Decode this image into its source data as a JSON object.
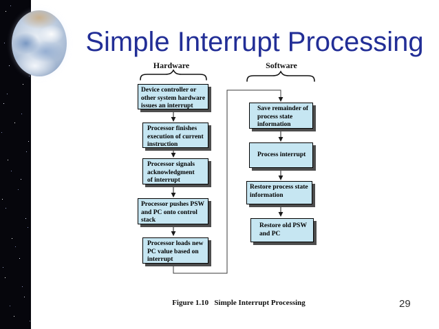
{
  "slide": {
    "title": "Simple Interrupt Processing",
    "caption": "Figure 1.10   Simple Interrupt Processing",
    "page_number": "29"
  },
  "diagram": {
    "columns": [
      {
        "label": "Hardware"
      },
      {
        "label": "Software"
      }
    ],
    "hardware_boxes": [
      {
        "label": "Device controller or\nother system hardware\nissues an interrupt"
      },
      {
        "label": "Processor finishes\nexecution of current\ninstruction"
      },
      {
        "label": "Processor signals\nacknowledgment\nof interrupt"
      },
      {
        "label": "Processor pushes PSW\nand PC onto control\nstack"
      },
      {
        "label": "Processor loads new\nPC value based on\ninterrupt"
      }
    ],
    "software_boxes": [
      {
        "label": "Save remainder of\nprocess state\ninformation"
      },
      {
        "label": "Process interrupt"
      },
      {
        "label": "Restore process state\ninformation"
      },
      {
        "label": "Restore old PSW\nand PC"
      }
    ],
    "icons": [
      {
        "name": "curly-brace-icon",
        "glyph": "over-brace"
      },
      {
        "name": "arrow-down-icon",
        "glyph": "▼"
      },
      {
        "name": "earth-globe-image",
        "glyph": "earth photo"
      }
    ]
  },
  "colors": {
    "title_text": "#222E96",
    "box_fill": "#C6E6F2",
    "box_border": "#000000",
    "box_shadow": "#4D4D4D",
    "connector_line": "#2B2B2B",
    "sidebar_background": "#06060C",
    "slide_background": "#FFFFFF"
  }
}
